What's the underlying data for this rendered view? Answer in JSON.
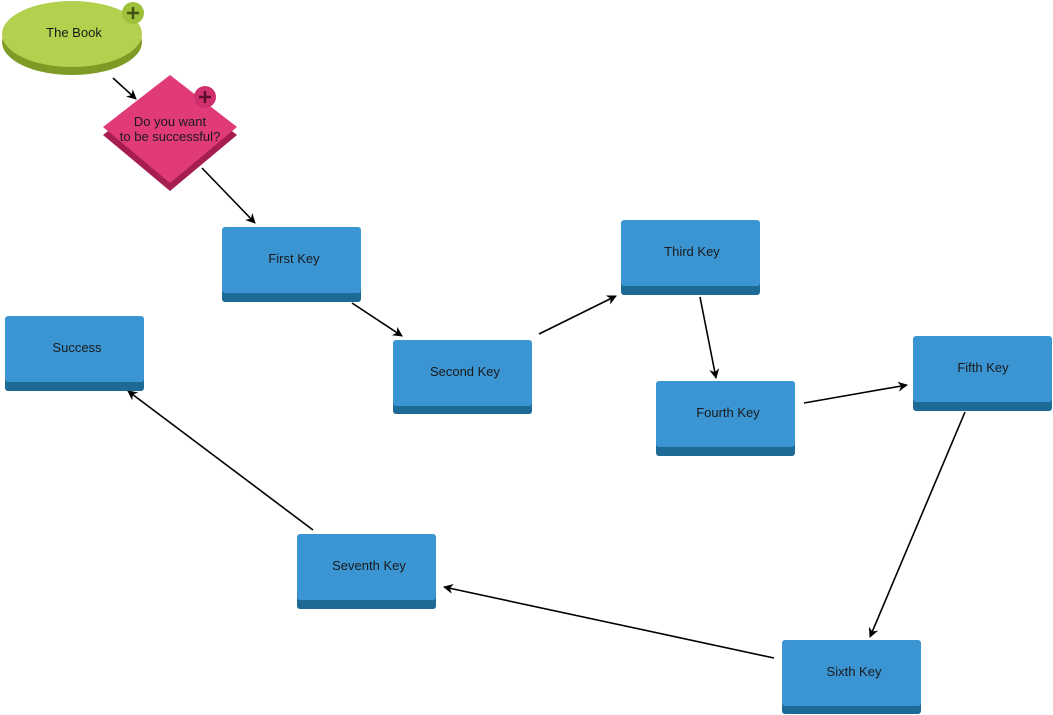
{
  "diagram": {
    "start_node": {
      "label": "The Book",
      "add_icon": "plus-icon",
      "color": "#a7c63e"
    },
    "decision_node": {
      "label_lines": [
        "Do you want",
        "to be successful?"
      ],
      "add_icon": "plus-icon",
      "color": "#df3a78"
    },
    "steps": [
      {
        "id": "first-key",
        "label": "First Key"
      },
      {
        "id": "second-key",
        "label": "Second Key"
      },
      {
        "id": "third-key",
        "label": "Third Key"
      },
      {
        "id": "fourth-key",
        "label": "Fourth Key"
      },
      {
        "id": "fifth-key",
        "label": "Fifth Key"
      },
      {
        "id": "sixth-key",
        "label": "Sixth Key"
      },
      {
        "id": "seventh-key",
        "label": "Seventh Key"
      },
      {
        "id": "success",
        "label": "Success"
      }
    ],
    "step_color": "#3a95d2",
    "step_shadow_color": "#1d6a96",
    "connector_color": "#000000"
  }
}
